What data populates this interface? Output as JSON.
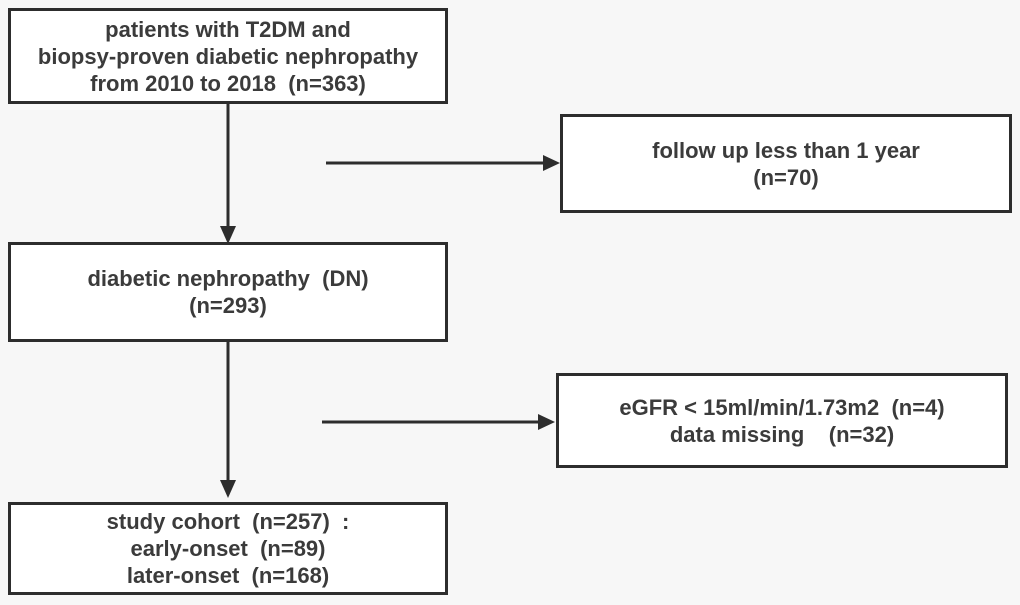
{
  "diagram": {
    "type": "flowchart",
    "background_color": "#f7f7f7",
    "box_fill_color": "#ffffff",
    "box_border_color": "#2d2d2d",
    "text_color": "#3b3b3b",
    "arrow_color": "#2d2d2d",
    "nodes": [
      {
        "id": "source",
        "lines": [
          "patients with T2DM and",
          "biopsy-proven diabetic nephropathy",
          "from 2010 to 2018  (n=363)"
        ],
        "n": 363
      },
      {
        "id": "excluded-followup",
        "lines": [
          "follow up less than 1 year",
          "(n=70)"
        ],
        "n": 70
      },
      {
        "id": "dn",
        "lines": [
          "diabetic nephropathy  (DN)",
          "(n=293)"
        ],
        "n": 293
      },
      {
        "id": "excluded-egfr",
        "lines": [
          "eGFR < 15ml/min/1.73m2  (n=4)",
          "data missing    (n=32)"
        ],
        "n_egfr": 4,
        "n_missing": 32
      },
      {
        "id": "study-cohort",
        "lines": [
          "study cohort  (n=257)  :",
          "early-onset  (n=89)",
          "later-onset  (n=168)"
        ],
        "n": 257,
        "n_early": 89,
        "n_later": 168
      }
    ],
    "edges": [
      {
        "from": "source",
        "to": "dn",
        "direction": "down"
      },
      {
        "from": "source",
        "to": "excluded-followup",
        "direction": "right"
      },
      {
        "from": "dn",
        "to": "study-cohort",
        "direction": "down"
      },
      {
        "from": "dn",
        "to": "excluded-egfr",
        "direction": "right"
      }
    ]
  }
}
